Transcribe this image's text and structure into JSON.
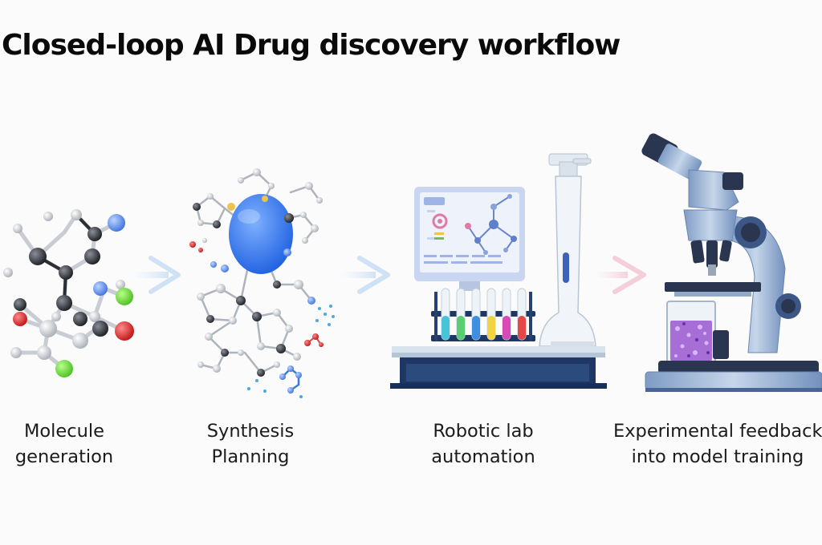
{
  "title": "Closed-loop AI Drug discovery workflow",
  "steps": [
    {
      "line1": "Molecule",
      "line2": "generation",
      "icon": "molecule-icon"
    },
    {
      "line1": "Synthesis",
      "line2": "Planning",
      "icon": "synthesis-network-icon"
    },
    {
      "line1": "Robotic lab",
      "line2": "automation",
      "icon": "robotic-lab-icon"
    },
    {
      "line1": "Experimental feedback",
      "line2": "into model training",
      "icon": "microscope-icon"
    }
  ],
  "colors": {
    "arrow_1": "#d5e6f6",
    "arrow_2": "#d5e6f6",
    "arrow_3": "#f6d6df",
    "accent_blue": "#5f95dd"
  }
}
